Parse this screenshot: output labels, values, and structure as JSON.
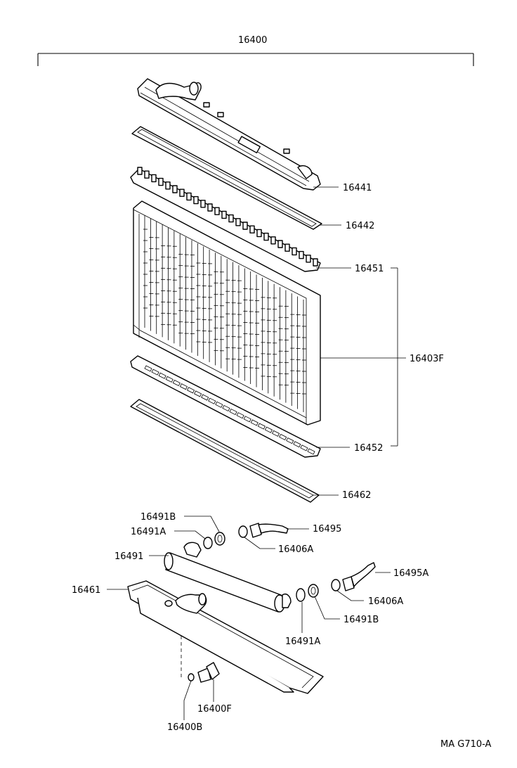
{
  "diagram": {
    "labels": {
      "assembly": "16400",
      "p16441": "16441",
      "p16442": "16442",
      "p16451": "16451",
      "p16403F": "16403F",
      "p16452": "16452",
      "p16462": "16462",
      "p16491B_top": "16491B",
      "p16491A_top": "16491A",
      "p16491": "16491",
      "p16495": "16495",
      "p16406A_top": "16406A",
      "p16495A": "16495A",
      "p16461": "16461",
      "p16406A_right": "16406A",
      "p16491B_bottom": "16491B",
      "p16491A_bottom": "16491A",
      "p16400F": "16400F",
      "p16400B": "16400B"
    },
    "reference_code": "MA  G710-A"
  }
}
